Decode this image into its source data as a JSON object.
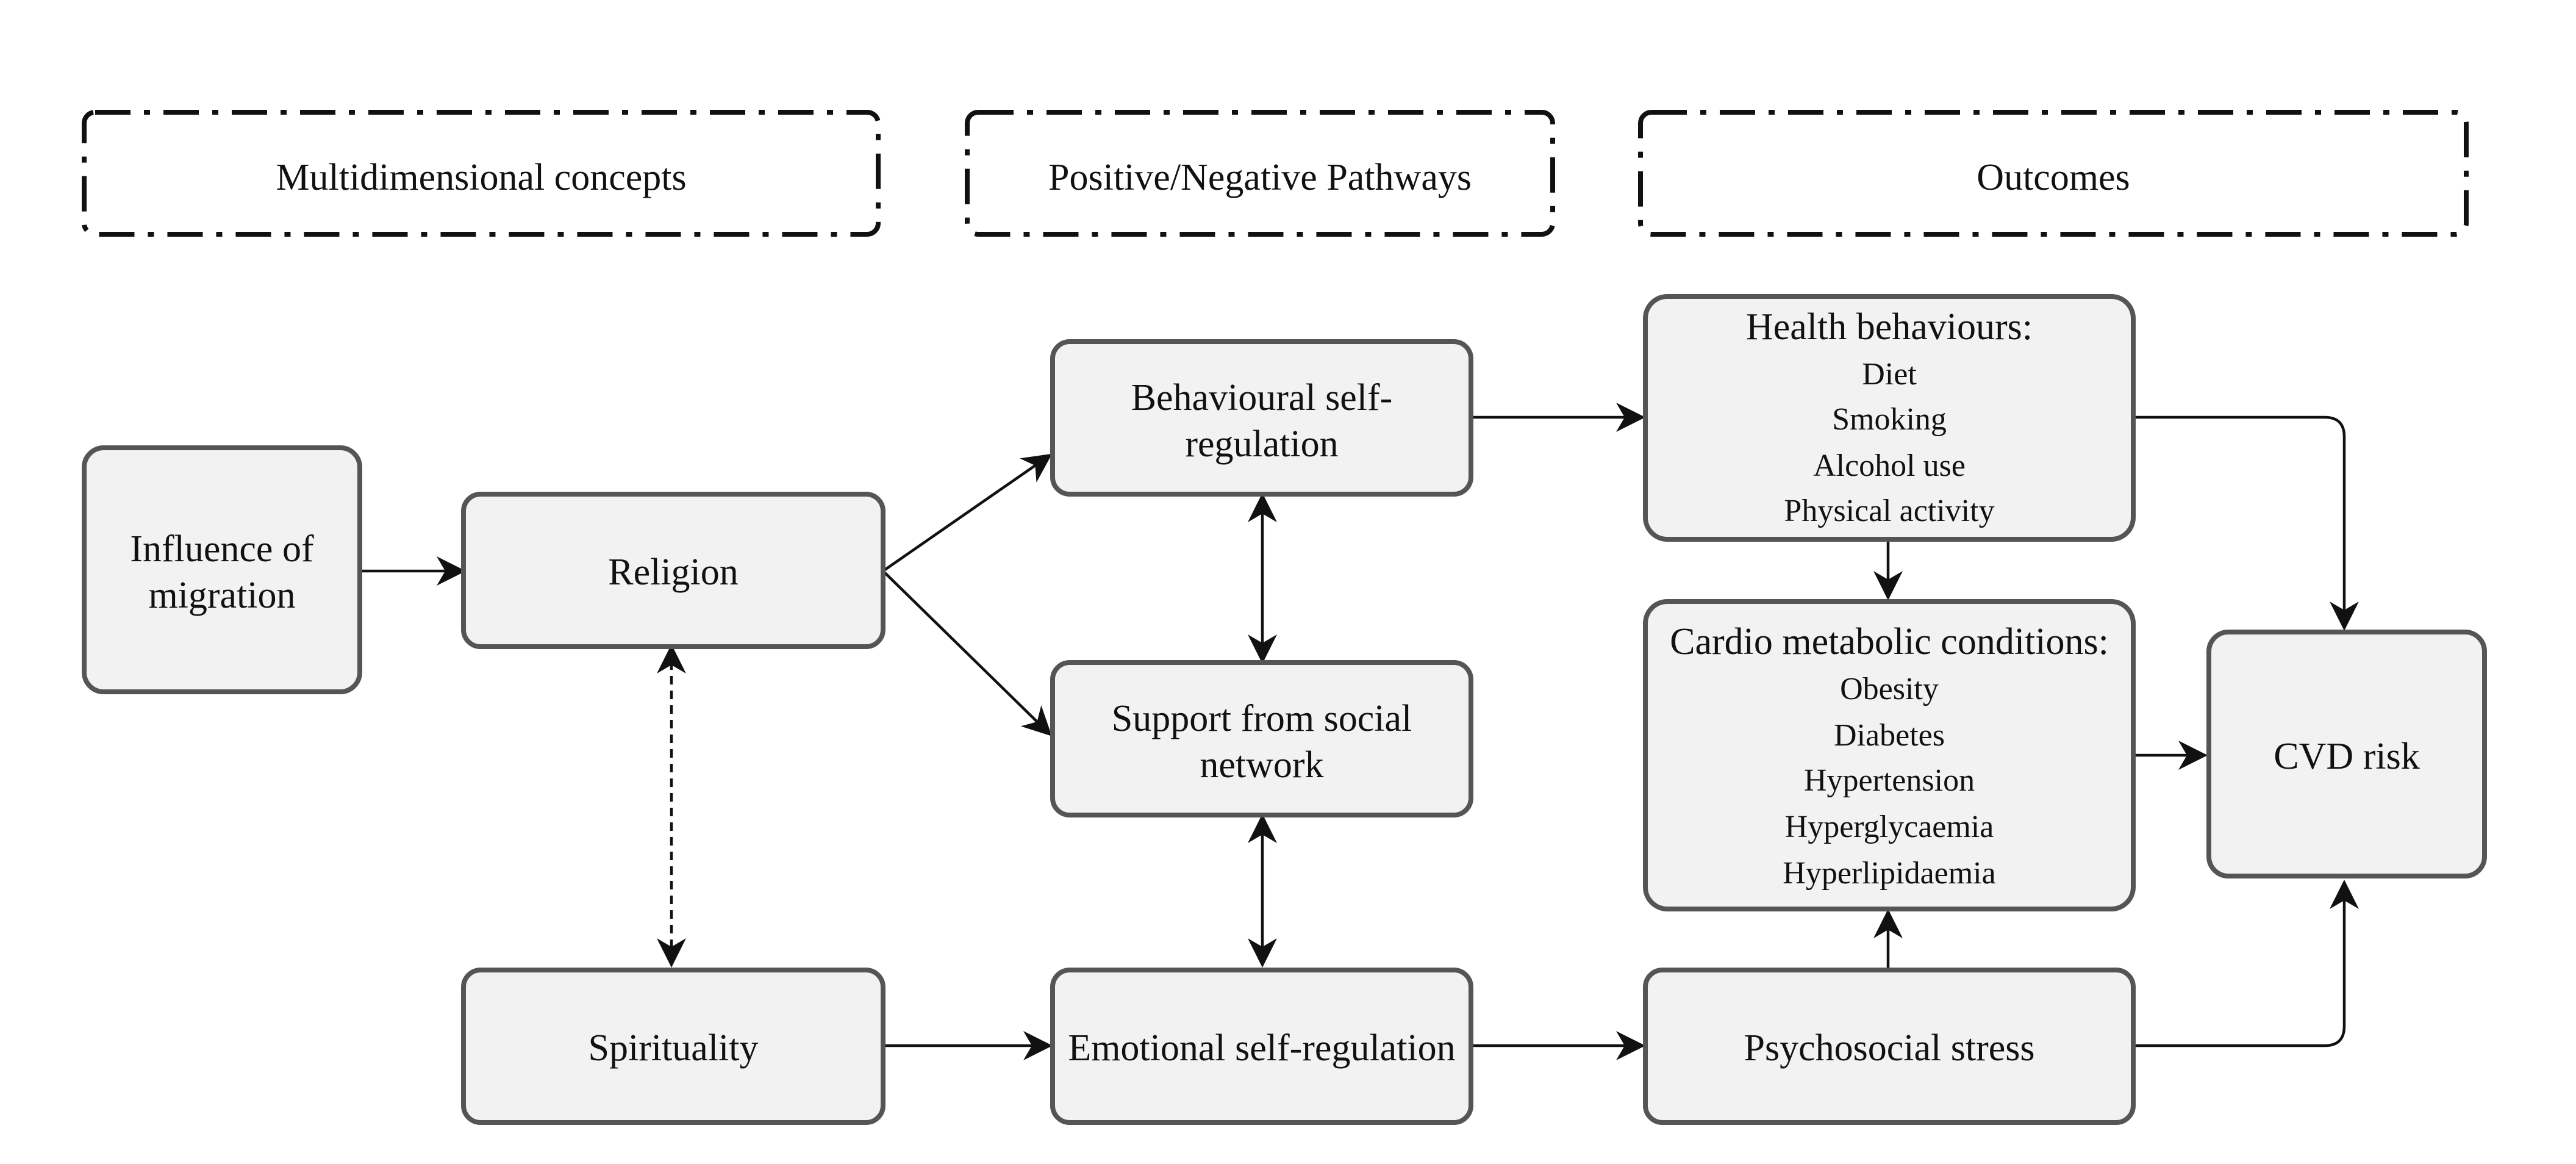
{
  "headers": {
    "multidimensional": "Multidimensional concepts",
    "pathways": "Positive/Negative Pathways",
    "outcomes": "Outcomes"
  },
  "nodes": {
    "migration": {
      "line1": "Influence of",
      "line2": "migration"
    },
    "religion": "Religion",
    "spirituality": "Spirituality",
    "behavioural": {
      "line1": "Behavioural self-",
      "line2": "regulation"
    },
    "support": {
      "line1": "Support from social",
      "line2": "network"
    },
    "emotional": "Emotional self-regulation",
    "health": {
      "title": "Health behaviours:",
      "items": [
        "Diet",
        "Smoking",
        "Alcohol use",
        "Physical activity"
      ]
    },
    "cardio": {
      "title": "Cardio metabolic conditions:",
      "items": [
        "Obesity",
        "Diabetes",
        "Hypertension",
        "Hyperglycaemia",
        "Hyperlipidaemia"
      ]
    },
    "stress": "Psychosocial stress",
    "cvd": "CVD risk"
  },
  "colors": {
    "node_fill": "#f2f2f2",
    "node_stroke": "#555555",
    "line": "#111111"
  }
}
